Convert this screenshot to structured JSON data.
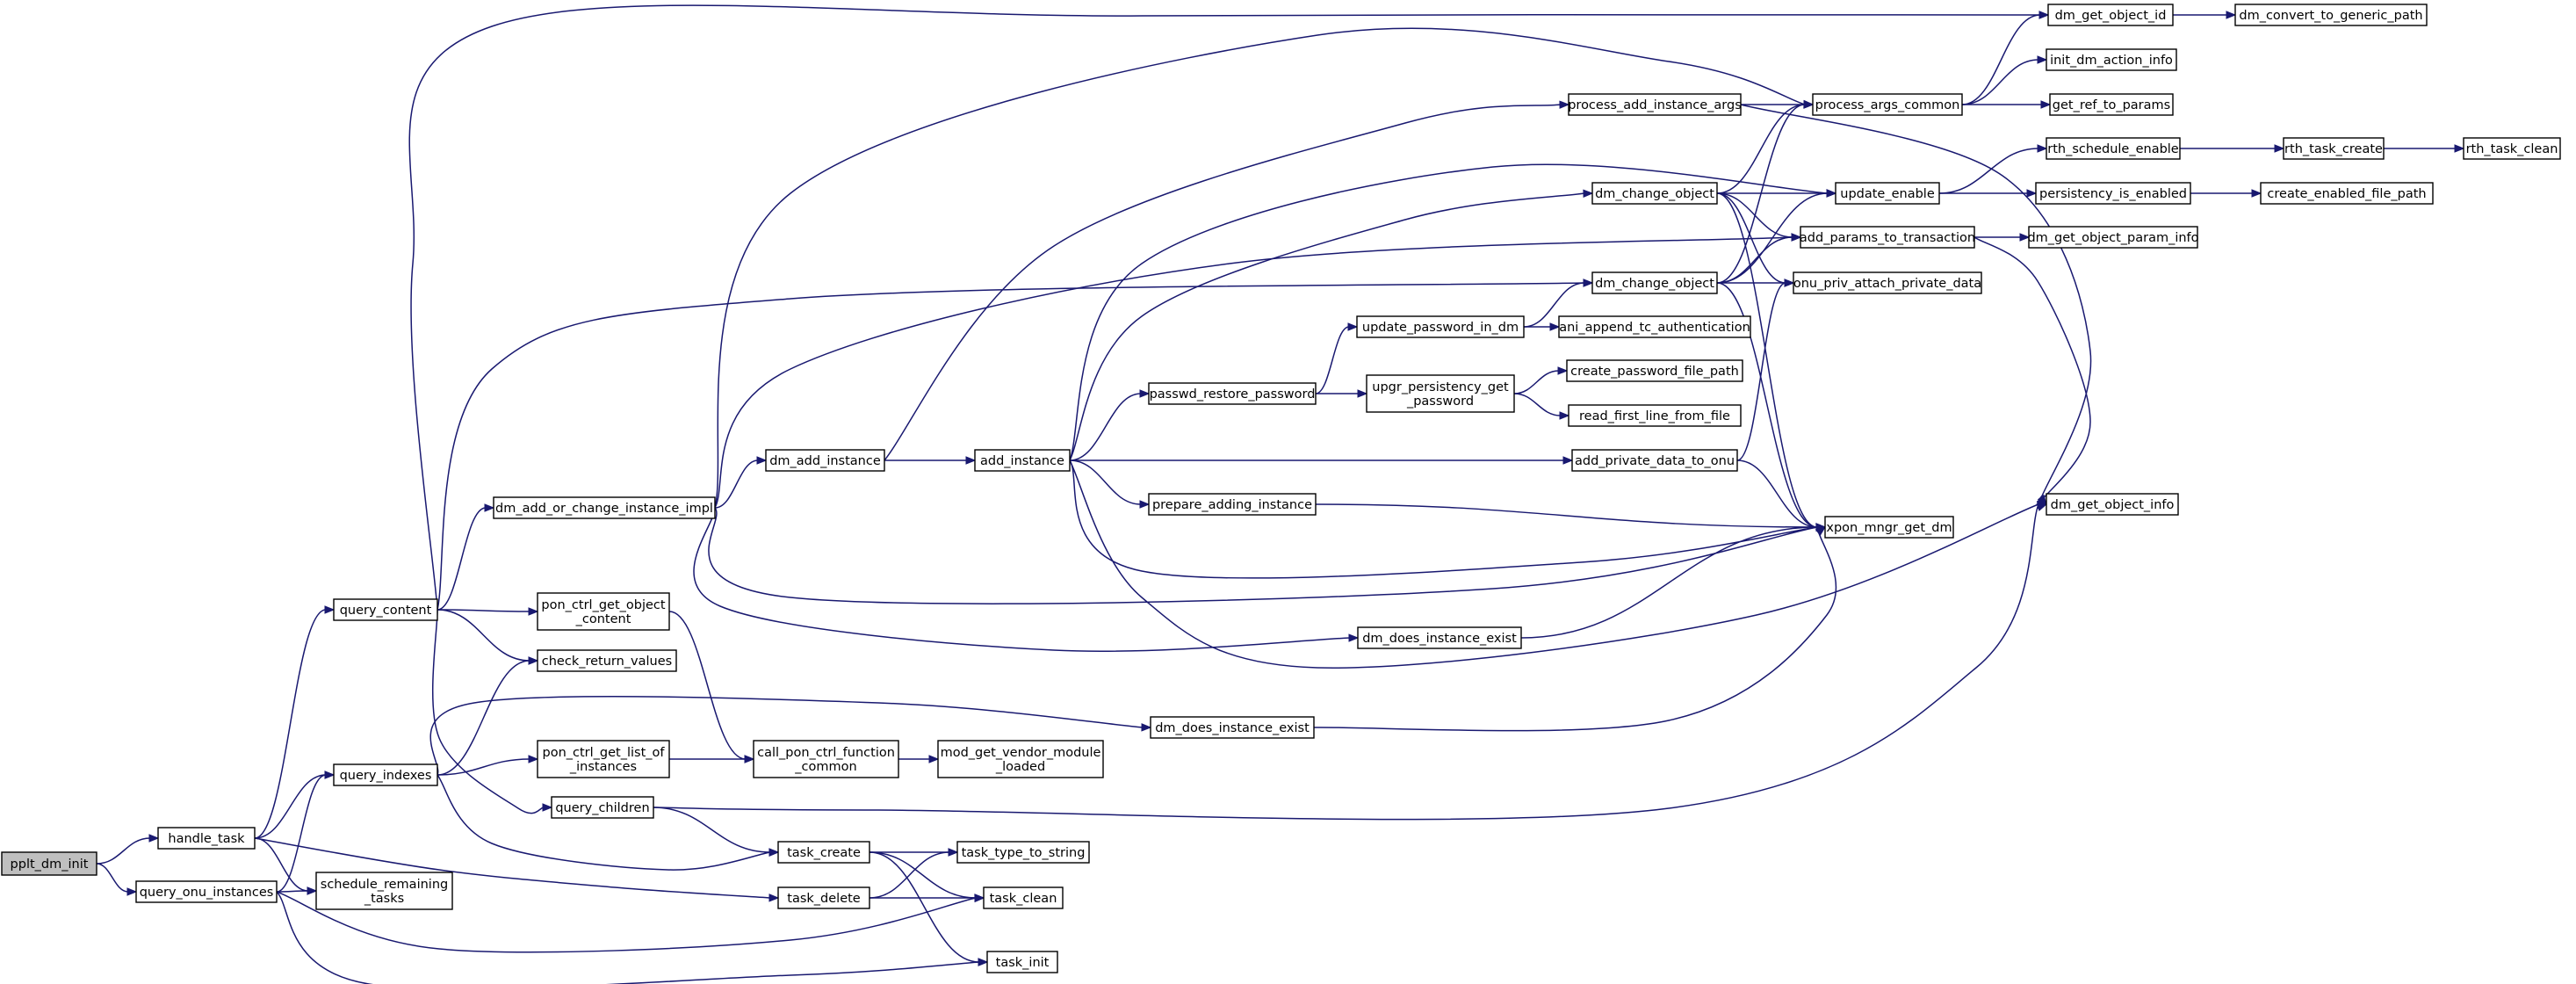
{
  "graph": {
    "nodes": [
      {
        "id": "pplt_dm_init",
        "lines": [
          "pplt_dm_init"
        ],
        "root": true
      },
      {
        "id": "handle_task",
        "lines": [
          "handle_task"
        ]
      },
      {
        "id": "query_onu_instances",
        "lines": [
          "query_onu_instances"
        ]
      },
      {
        "id": "query_content",
        "lines": [
          "query_content"
        ]
      },
      {
        "id": "query_indexes",
        "lines": [
          "query_indexes"
        ]
      },
      {
        "id": "schedule_remaining_tasks",
        "lines": [
          "schedule_remaining",
          "_tasks"
        ]
      },
      {
        "id": "dm_add_or_change_instance_impl",
        "lines": [
          "dm_add_or_change_instance_impl"
        ]
      },
      {
        "id": "pon_ctrl_get_object_content",
        "lines": [
          "pon_ctrl_get_object",
          "_content"
        ]
      },
      {
        "id": "check_return_values",
        "lines": [
          "check_return_values"
        ]
      },
      {
        "id": "pon_ctrl_get_list_of_instances",
        "lines": [
          "pon_ctrl_get_list_of",
          "_instances"
        ]
      },
      {
        "id": "query_children",
        "lines": [
          "query_children"
        ]
      },
      {
        "id": "dm_add_instance",
        "lines": [
          "dm_add_instance"
        ]
      },
      {
        "id": "call_pon_ctrl_function_common",
        "lines": [
          "call_pon_ctrl_function",
          "_common"
        ]
      },
      {
        "id": "task_create",
        "lines": [
          "task_create"
        ]
      },
      {
        "id": "task_delete",
        "lines": [
          "task_delete"
        ]
      },
      {
        "id": "add_instance",
        "lines": [
          "add_instance"
        ]
      },
      {
        "id": "mod_get_vendor_module_loaded",
        "lines": [
          "mod_get_vendor_module",
          "_loaded"
        ]
      },
      {
        "id": "task_type_to_string",
        "lines": [
          "task_type_to_string"
        ]
      },
      {
        "id": "task_clean",
        "lines": [
          "task_clean"
        ]
      },
      {
        "id": "task_init",
        "lines": [
          "task_init"
        ]
      },
      {
        "id": "passwd_restore_password",
        "lines": [
          "passwd_restore_password"
        ]
      },
      {
        "id": "prepare_adding_instance",
        "lines": [
          "prepare_adding_instance"
        ]
      },
      {
        "id": "dm_does_instance_exist_1",
        "lines": [
          "dm_does_instance_exist"
        ]
      },
      {
        "id": "dm_does_instance_exist_2",
        "lines": [
          "dm_does_instance_exist"
        ]
      },
      {
        "id": "update_password_in_dm",
        "lines": [
          "update_password_in_dm"
        ]
      },
      {
        "id": "upgr_persistency_get_password",
        "lines": [
          "upgr_persistency_get",
          "_password"
        ]
      },
      {
        "id": "process_add_instance_args",
        "lines": [
          "process_add_instance_args"
        ]
      },
      {
        "id": "dm_change_object_1",
        "lines": [
          "dm_change_object"
        ]
      },
      {
        "id": "dm_change_object_2",
        "lines": [
          "dm_change_object"
        ]
      },
      {
        "id": "add_private_data_to_onu",
        "lines": [
          "add_private_data_to_onu"
        ]
      },
      {
        "id": "ani_append_tc_authentication",
        "lines": [
          "ani_append_tc_authentication"
        ]
      },
      {
        "id": "create_password_file_path",
        "lines": [
          "create_password_file_path"
        ]
      },
      {
        "id": "read_first_line_from_file",
        "lines": [
          "read_first_line_from_file"
        ]
      },
      {
        "id": "process_args_common",
        "lines": [
          "process_args_common"
        ]
      },
      {
        "id": "update_enable",
        "lines": [
          "update_enable"
        ]
      },
      {
        "id": "add_params_to_transaction",
        "lines": [
          "add_params_to_transaction"
        ]
      },
      {
        "id": "onu_priv_attach_private_data",
        "lines": [
          "onu_priv_attach_private_data"
        ]
      },
      {
        "id": "xpon_mngr_get_dm",
        "lines": [
          "xpon_mngr_get_dm"
        ]
      },
      {
        "id": "dm_get_object_id",
        "lines": [
          "dm_get_object_id"
        ]
      },
      {
        "id": "init_dm_action_info",
        "lines": [
          "init_dm_action_info"
        ]
      },
      {
        "id": "get_ref_to_params",
        "lines": [
          "get_ref_to_params"
        ]
      },
      {
        "id": "rth_schedule_enable",
        "lines": [
          "rth_schedule_enable"
        ]
      },
      {
        "id": "persistency_is_enabled",
        "lines": [
          "persistency_is_enabled"
        ]
      },
      {
        "id": "dm_get_object_param_info",
        "lines": [
          "dm_get_object_param_info"
        ]
      },
      {
        "id": "dm_get_object_info",
        "lines": [
          "dm_get_object_info"
        ]
      },
      {
        "id": "dm_convert_to_generic_path",
        "lines": [
          "dm_convert_to_generic_path"
        ]
      },
      {
        "id": "rth_task_create",
        "lines": [
          "rth_task_create"
        ]
      },
      {
        "id": "create_enabled_file_path",
        "lines": [
          "create_enabled_file_path"
        ]
      },
      {
        "id": "rth_task_clean",
        "lines": [
          "rth_task_clean"
        ]
      }
    ],
    "edges": [
      [
        "pplt_dm_init",
        "handle_task"
      ],
      [
        "pplt_dm_init",
        "query_onu_instances"
      ],
      [
        "handle_task",
        "query_content"
      ],
      [
        "handle_task",
        "query_indexes"
      ],
      [
        "handle_task",
        "schedule_remaining_tasks"
      ],
      [
        "handle_task",
        "task_delete"
      ],
      [
        "query_onu_instances",
        "query_indexes"
      ],
      [
        "query_onu_instances",
        "schedule_remaining_tasks"
      ],
      [
        "query_onu_instances",
        "task_clean"
      ],
      [
        "query_onu_instances",
        "task_init"
      ],
      [
        "query_content",
        "dm_get_object_id"
      ],
      [
        "query_content",
        "dm_add_or_change_instance_impl"
      ],
      [
        "query_content",
        "pon_ctrl_get_object_content"
      ],
      [
        "query_content",
        "check_return_values"
      ],
      [
        "query_content",
        "query_children"
      ],
      [
        "query_content",
        "dm_change_object_2"
      ],
      [
        "query_indexes",
        "check_return_values"
      ],
      [
        "query_indexes",
        "pon_ctrl_get_list_of_instances"
      ],
      [
        "query_indexes",
        "dm_does_instance_exist_2"
      ],
      [
        "query_indexes",
        "task_create"
      ],
      [
        "dm_add_or_change_instance_impl",
        "dm_add_instance"
      ],
      [
        "dm_add_or_change_instance_impl",
        "process_args_common"
      ],
      [
        "dm_add_or_change_instance_impl",
        "add_params_to_transaction"
      ],
      [
        "dm_add_or_change_instance_impl",
        "xpon_mngr_get_dm"
      ],
      [
        "dm_add_or_change_instance_impl",
        "dm_does_instance_exist_1"
      ],
      [
        "pon_ctrl_get_object_content",
        "call_pon_ctrl_function_common"
      ],
      [
        "pon_ctrl_get_list_of_instances",
        "call_pon_ctrl_function_common"
      ],
      [
        "call_pon_ctrl_function_common",
        "mod_get_vendor_module_loaded"
      ],
      [
        "query_children",
        "task_create"
      ],
      [
        "query_children",
        "dm_get_object_info"
      ],
      [
        "dm_add_instance",
        "add_instance"
      ],
      [
        "dm_add_instance",
        "process_add_instance_args"
      ],
      [
        "add_instance",
        "passwd_restore_password"
      ],
      [
        "add_instance",
        "prepare_adding_instance"
      ],
      [
        "add_instance",
        "add_private_data_to_onu"
      ],
      [
        "add_instance",
        "xpon_mngr_get_dm"
      ],
      [
        "add_instance",
        "dm_change_object_1"
      ],
      [
        "add_instance",
        "update_enable"
      ],
      [
        "add_instance",
        "dm_get_object_info"
      ],
      [
        "task_create",
        "task_type_to_string"
      ],
      [
        "task_create",
        "task_clean"
      ],
      [
        "task_create",
        "task_init"
      ],
      [
        "task_delete",
        "task_type_to_string"
      ],
      [
        "task_delete",
        "task_clean"
      ],
      [
        "passwd_restore_password",
        "update_password_in_dm"
      ],
      [
        "passwd_restore_password",
        "upgr_persistency_get_password"
      ],
      [
        "prepare_adding_instance",
        "xpon_mngr_get_dm"
      ],
      [
        "dm_does_instance_exist_1",
        "xpon_mngr_get_dm"
      ],
      [
        "dm_does_instance_exist_2",
        "xpon_mngr_get_dm"
      ],
      [
        "update_password_in_dm",
        "dm_change_object_2"
      ],
      [
        "update_password_in_dm",
        "ani_append_tc_authentication"
      ],
      [
        "upgr_persistency_get_password",
        "create_password_file_path"
      ],
      [
        "upgr_persistency_get_password",
        "read_first_line_from_file"
      ],
      [
        "process_add_instance_args",
        "process_args_common"
      ],
      [
        "process_add_instance_args",
        "dm_get_object_info"
      ],
      [
        "dm_change_object_1",
        "process_args_common"
      ],
      [
        "dm_change_object_1",
        "update_enable"
      ],
      [
        "dm_change_object_1",
        "add_params_to_transaction"
      ],
      [
        "dm_change_object_1",
        "onu_priv_attach_private_data"
      ],
      [
        "dm_change_object_1",
        "xpon_mngr_get_dm"
      ],
      [
        "dm_change_object_2",
        "process_args_common"
      ],
      [
        "dm_change_object_2",
        "update_enable"
      ],
      [
        "dm_change_object_2",
        "add_params_to_transaction"
      ],
      [
        "dm_change_object_2",
        "onu_priv_attach_private_data"
      ],
      [
        "dm_change_object_2",
        "xpon_mngr_get_dm"
      ],
      [
        "add_private_data_to_onu",
        "onu_priv_attach_private_data"
      ],
      [
        "add_private_data_to_onu",
        "xpon_mngr_get_dm"
      ],
      [
        "process_args_common",
        "dm_get_object_id"
      ],
      [
        "process_args_common",
        "init_dm_action_info"
      ],
      [
        "process_args_common",
        "get_ref_to_params"
      ],
      [
        "update_enable",
        "rth_schedule_enable"
      ],
      [
        "update_enable",
        "persistency_is_enabled"
      ],
      [
        "add_params_to_transaction",
        "dm_get_object_param_info"
      ],
      [
        "add_params_to_transaction",
        "dm_get_object_info"
      ],
      [
        "dm_get_object_id",
        "dm_convert_to_generic_path"
      ],
      [
        "rth_schedule_enable",
        "rth_task_create"
      ],
      [
        "rth_task_create",
        "rth_task_clean"
      ],
      [
        "persistency_is_enabled",
        "create_enabled_file_path"
      ]
    ]
  }
}
